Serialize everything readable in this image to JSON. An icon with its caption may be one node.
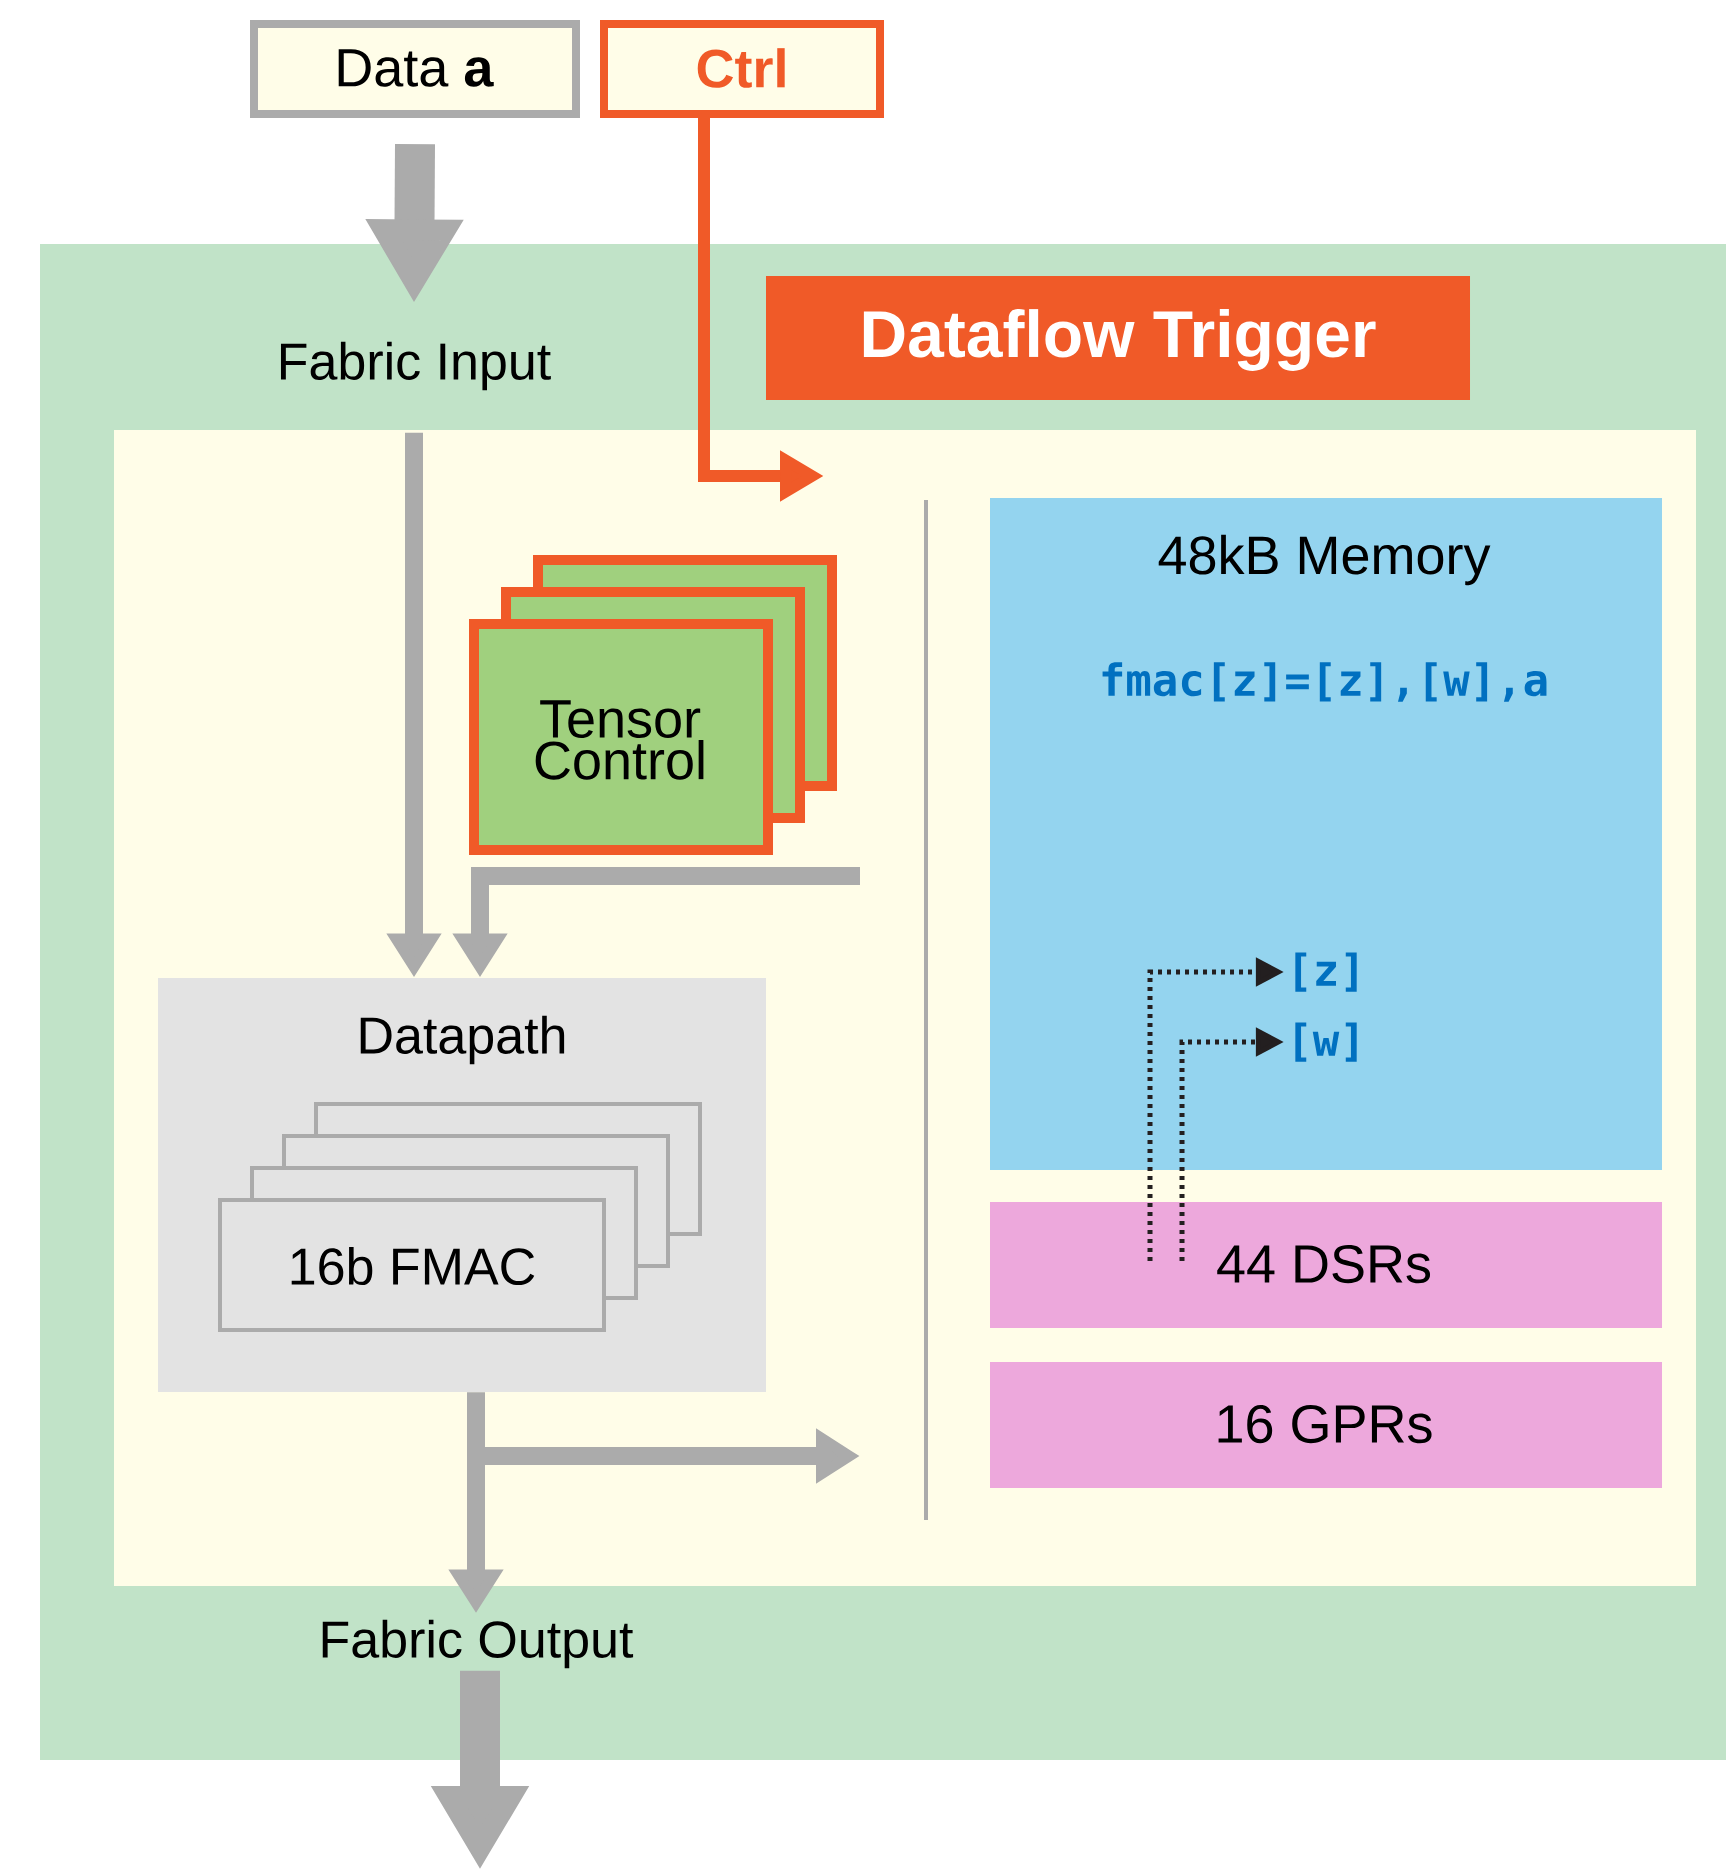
{
  "diagram": {
    "nodes": [
      {
        "text": [
          "Data **a**"
        ]
      },
      {
        "text": [
          "Ctrl"
        ]
      },
      {
        "text": [],
        "shape": "box"
      },
      {
        "text": [
          "Fabric Input"
        ],
        "in": 2
      },
      {
        "text": [
          "Dataflow Trigger"
        ],
        "in": 2
      },
      {
        "text": [],
        "shape": "box",
        "in": 2
      },
      {
        "text": [
          "Tensor Control"
        ],
        "in": 5
      },
      {
        "text": [
          "Datapath"
        ],
        "in": 5
      },
      {
        "text": [
          "16b FMAC"
        ],
        "in": 7
      },
      {
        "text": [
          "48kB Memory",
          "fmac[z]=[z],[w],a"
        ],
        "in": 5
      },
      {
        "text": [
          "[z]"
        ],
        "in": 9
      },
      {
        "text": [
          "[w]"
        ],
        "in": 9
      },
      {
        "text": [
          "44 DSRs"
        ],
        "in": 5
      },
      {
        "text": [
          "16 GPRs"
        ],
        "in": 5
      },
      {
        "text": [
          "Fabric Output"
        ],
        "in": 2
      }
    ],
    "edges": [
      {
        "from": 0,
        "to": 3,
        "arrow": "to",
        "style": "thick"
      },
      {
        "from": 1,
        "to": null,
        "arrow": "to",
        "color": "#f05a28"
      },
      {
        "from": 3,
        "to": 7,
        "arrow": "to"
      },
      {
        "from": null,
        "to": 7,
        "arrow": "to"
      },
      {
        "from": 7,
        "to": 14,
        "arrow": "to"
      },
      {
        "from": 7,
        "to": null,
        "arrow": "to"
      },
      {
        "from": 14,
        "to": null,
        "arrow": "to",
        "style": "thick"
      },
      {
        "from": 12,
        "to": 10,
        "arrow": "to",
        "style": "dashed",
        "color": "#231f20"
      },
      {
        "from": 12,
        "to": 11,
        "arrow": "to",
        "style": "dashed",
        "color": "#231f20"
      }
    ]
  }
}
